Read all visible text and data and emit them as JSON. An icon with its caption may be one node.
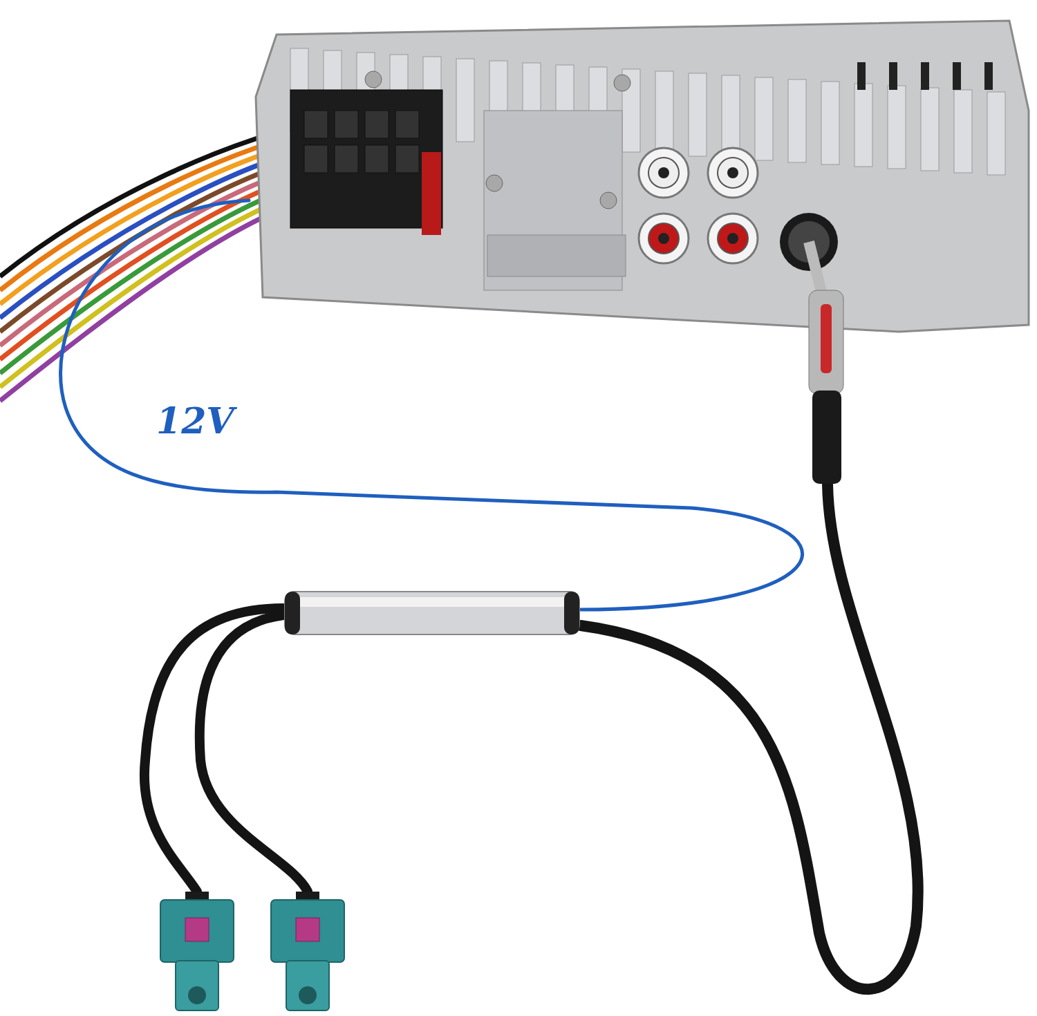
{
  "diagram": {
    "nodes": [
      {
        "text": [],
        "shape": "picture"
      },
      {
        "text": [],
        "shape": "picture"
      },
      {
        "text": [],
        "shape": "picture"
      },
      {
        "text": [],
        "shape": "picture"
      }
    ],
    "edges": [
      {
        "from": 0,
        "to": 1,
        "arrow": "none",
        "label": "12V",
        "color": "#1f5fbf"
      },
      {
        "from": 0,
        "to": 1,
        "arrow": "none"
      },
      {
        "from": 1,
        "to": 2,
        "arrow": "none"
      },
      {
        "from": 1,
        "to": 3,
        "arrow": "none"
      }
    ]
  }
}
